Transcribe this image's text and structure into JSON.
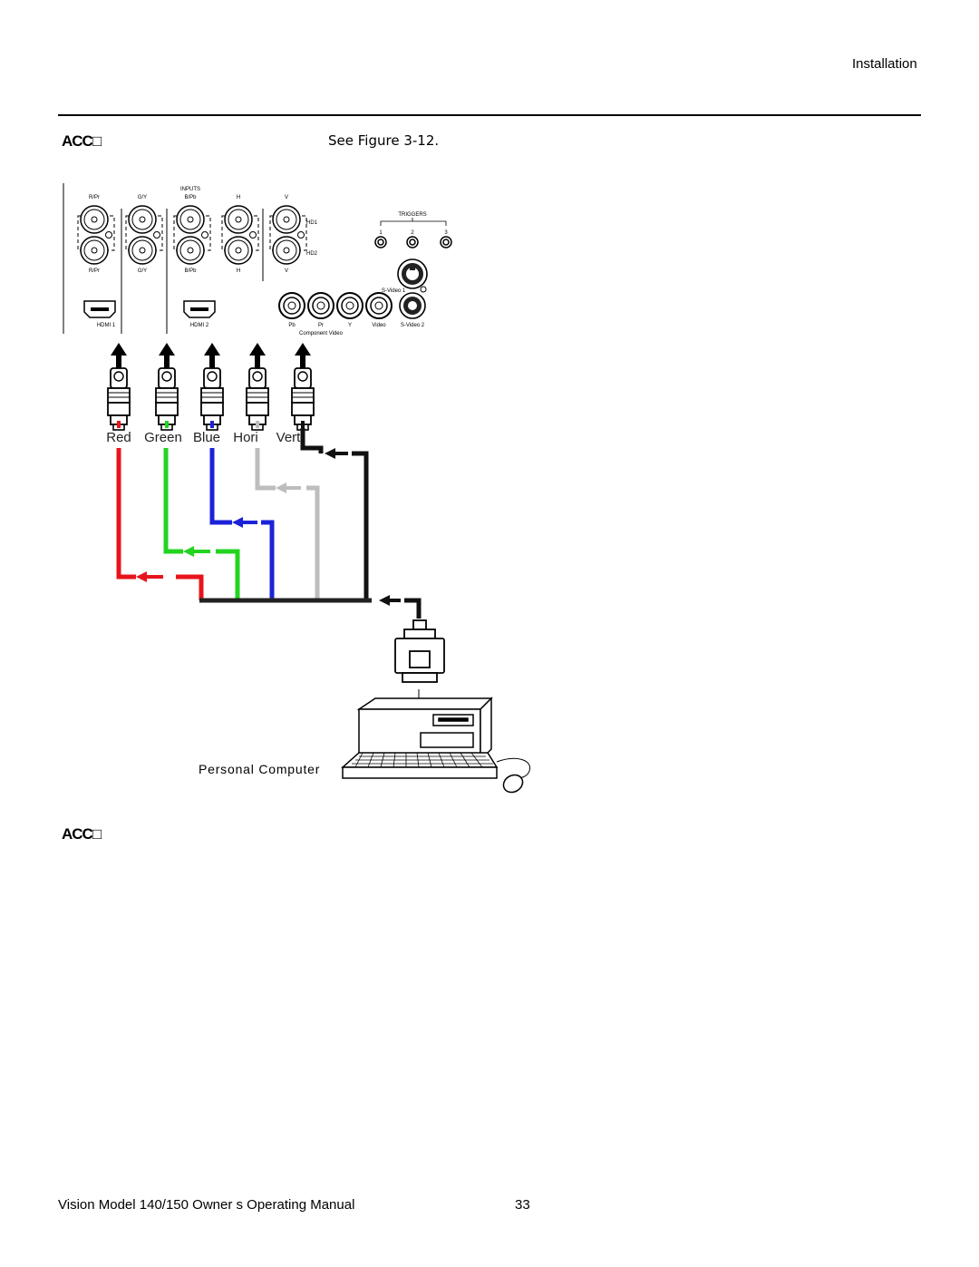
{
  "header": {
    "section": "Installation",
    "heading_code": "ACC□",
    "see_figure": "See Figure 3-12."
  },
  "panel": {
    "inputs_label": "INPUTS",
    "bnc_top_labels": [
      "R/Pr",
      "G/Y",
      "B/Pb",
      "H",
      "V"
    ],
    "bnc_bottom_labels": [
      "R/Pr",
      "G/Y",
      "B/Pb",
      "H",
      "V"
    ],
    "hd1_label": "HD1",
    "hd2_label": "HD2",
    "triggers_label": "TRIGGERS",
    "trigger_numbers": [
      "1",
      "2",
      "3"
    ],
    "hdmi1_label": "HDMI 1",
    "hdmi2_label": "HDMI 2",
    "svideo1_label": "S-Video 1",
    "rca_labels": [
      "Pb",
      "Pr",
      "Y",
      "Video",
      "S-Video 2"
    ],
    "component_label": "Component Video"
  },
  "cables": {
    "labels": [
      "Red",
      "Green",
      "Blue",
      "Hori",
      "Vert"
    ],
    "colors": [
      "#e8141b",
      "#22d41f",
      "#1c22d8",
      "#bdbdbd",
      "#111111"
    ]
  },
  "computer_label": "Personal Computer",
  "caption_code": "ACC□",
  "footer": {
    "title": "Vision Model 140/150 Owner s Operating Manual",
    "page": "33"
  }
}
